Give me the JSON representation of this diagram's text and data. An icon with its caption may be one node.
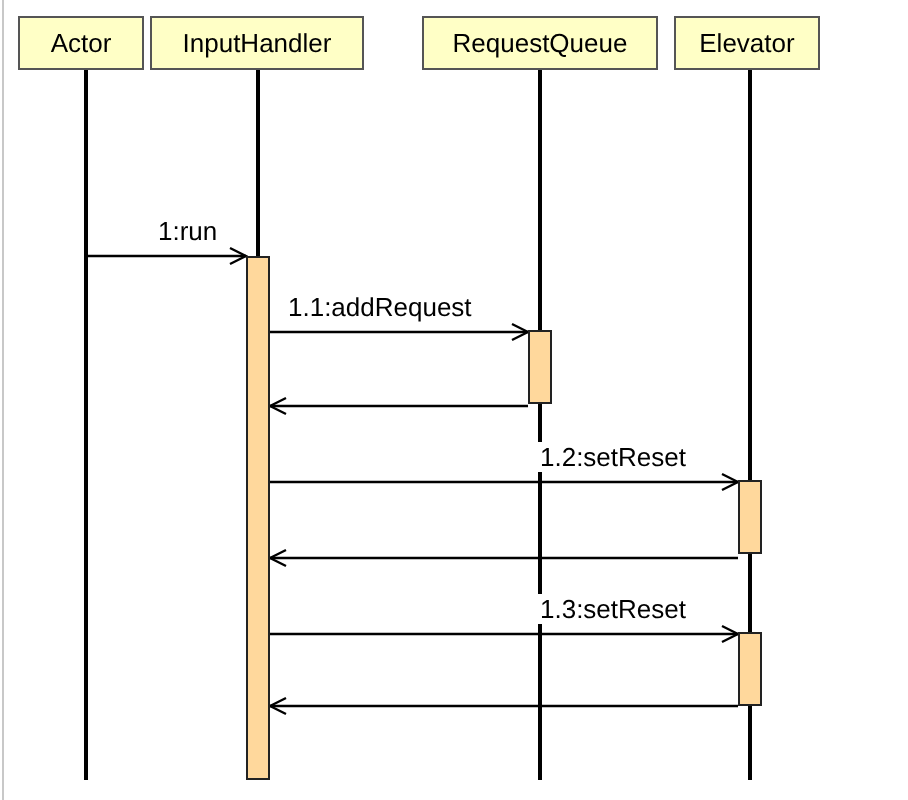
{
  "diagram": {
    "nodes": [
      {
        "text": [
          "Actor"
        ]
      },
      {
        "text": [
          "InputHandler"
        ]
      },
      {
        "text": [
          "RequestQueue"
        ]
      },
      {
        "text": [
          "Elevator"
        ]
      },
      {
        "text": [],
        "shape": "bar",
        "in": 1
      },
      {
        "text": [],
        "shape": "bar",
        "in": 2
      },
      {
        "text": [],
        "shape": "bar",
        "in": 3
      },
      {
        "text": [],
        "shape": "bar",
        "in": 3
      }
    ],
    "edges": [
      {
        "from": 0,
        "to": 4,
        "arrow": "to",
        "label": "1:run"
      },
      {
        "from": 4,
        "to": 5,
        "arrow": "to",
        "label": "1.1:addRequest"
      },
      {
        "from": 5,
        "to": 4,
        "arrow": "to"
      },
      {
        "from": 4,
        "to": 6,
        "arrow": "to",
        "label": "1.2:setReset"
      },
      {
        "from": 6,
        "to": 4,
        "arrow": "to"
      },
      {
        "from": 4,
        "to": 7,
        "arrow": "to",
        "label": "1.3:setReset"
      },
      {
        "from": 7,
        "to": 4,
        "arrow": "to"
      }
    ]
  }
}
